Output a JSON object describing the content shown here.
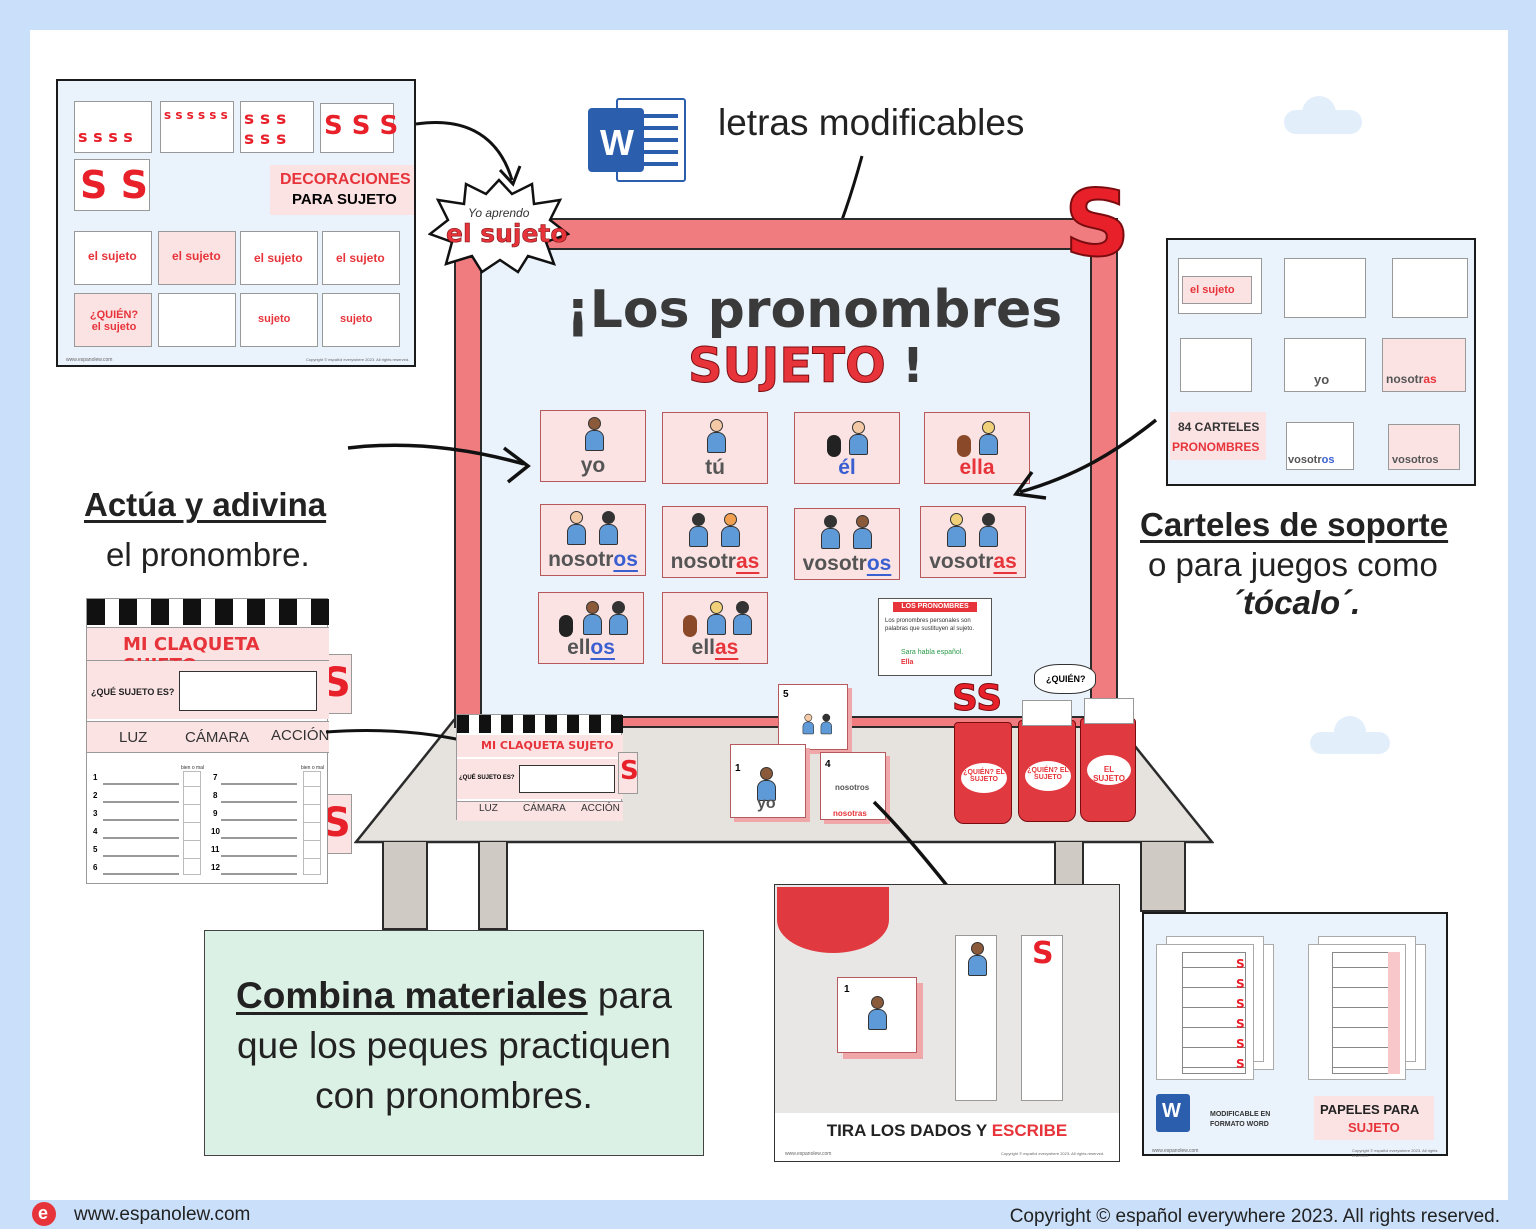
{
  "brand": {
    "site": "www.espanolew.com",
    "copyright": "Copyright © español everywhere 2023. All rights reserved.",
    "logo_letter": "e"
  },
  "word_note": {
    "icon_letter": "W",
    "caption": "letras modificables"
  },
  "decorations_thumb": {
    "title_line1": "DECORACIONES",
    "title_line2": "PARA SUJETO",
    "s_row": [
      "s s s s",
      "s s s s s s",
      "s s s",
      "s s s"
    ],
    "big_s": "S S",
    "badges": [
      "el sujeto",
      "el sujeto",
      "el sujeto",
      "el sujeto",
      "¿QUIÉN? el sujeto",
      "",
      "sujeto",
      "sujeto"
    ],
    "footer_left": "www.espanolew.com",
    "footer_right": "Copyright © español everywhere 2023. All rights reserved."
  },
  "starburst": {
    "line1": "Yo aprendo",
    "line2": "el sujeto"
  },
  "board": {
    "title_line1": "¡Los pronombres",
    "title_word2": "SUJETO",
    "title_end": "!",
    "corner_letter": "S",
    "cards": [
      {
        "base": "yo",
        "ending": ""
      },
      {
        "base": "tú",
        "ending": ""
      },
      {
        "base": "él",
        "ending": ""
      },
      {
        "base": "ella",
        "ending": ""
      },
      {
        "base": "nosotr",
        "ending": "os"
      },
      {
        "base": "nosotr",
        "ending": "as"
      },
      {
        "base": "vosotr",
        "ending": "os"
      },
      {
        "base": "vosotr",
        "ending": "as"
      },
      {
        "base": "ell",
        "ending": "os"
      },
      {
        "base": "ell",
        "ending": "as"
      }
    ],
    "info_card": {
      "title": "LOS PRONOMBRES",
      "text": "Los pronombres personales son palabras que sustituyen al sujeto.",
      "example": "Sara habla español.",
      "example2": "Ella"
    }
  },
  "support_cards_thumb": {
    "count_label": "84 CARTELES",
    "label2": "PRONOMBRES",
    "mini_labels": [
      "el sujeto",
      "yo",
      "nosotras",
      "vosotros",
      "vosotros"
    ]
  },
  "act_guess": {
    "title": "Actúa y adivina",
    "subtitle": "el pronombre."
  },
  "support_text": {
    "title": "Carteles de soporte",
    "line2": "o para juegos como",
    "line3": "´tócalo´."
  },
  "clapper": {
    "title": "MI CLAQUETA SUJETO",
    "question": "¿QUÉ SUJETO ES?",
    "cols": [
      "LUZ",
      "CÁMARA",
      "ACCIÓN"
    ],
    "check_label": "bien o mal",
    "rows_left": [
      "1",
      "2",
      "3",
      "4",
      "5",
      "6"
    ],
    "rows_right": [
      "7",
      "8",
      "9",
      "10",
      "11",
      "12"
    ]
  },
  "table_items": {
    "clapper_small_title": "MI CLAQUETA SUJETO",
    "clapper_small_question": "¿QUÉ SUJETO ES?",
    "clapper_small_cols": [
      "LUZ",
      "CÁMARA",
      "ACCIÓN"
    ],
    "die1_num": "1",
    "die1_label": "yo",
    "die4_num": "4",
    "die4_label": "nosotros",
    "die4_label2": "nosotras",
    "die5_num": "5",
    "cup_labels": [
      "¿QUIÉN? EL SUJETO",
      "¿QUIÉN? EL SUJETO",
      "EL SUJETO"
    ],
    "cup_tag": "¿QUIÉN?"
  },
  "combine": {
    "bold": "Combina materiales",
    "rest1": " para",
    "line2": "que los peques practiquen",
    "line3": "con pronombres."
  },
  "dice_photo": {
    "caption_dark": "TIRA LOS DADOS Y",
    "caption_red": "ESCRIBE",
    "die_num": "1",
    "strip_letter": "S",
    "footer_left": "www.espanolew.com",
    "footer_right": "Copyright © español everywhere 2023. All rights reserved."
  },
  "papers_thumb": {
    "word_letter": "W",
    "word_note": "MODIFICABLE EN FORMATO WORD",
    "title_line1": "PAPELES PARA",
    "title_line2": "SUJETO",
    "footer_left": "www.espanolew.com",
    "footer_right": "Copyright © español everywhere 2023. All rights reserved."
  },
  "colors": {
    "accent_red": "#e6343a",
    "pronoun_blue": "#3a5fd1",
    "board_frame": "#f07c80",
    "background_blue": "#c9dffa",
    "note_green": "#dcf1e6"
  }
}
